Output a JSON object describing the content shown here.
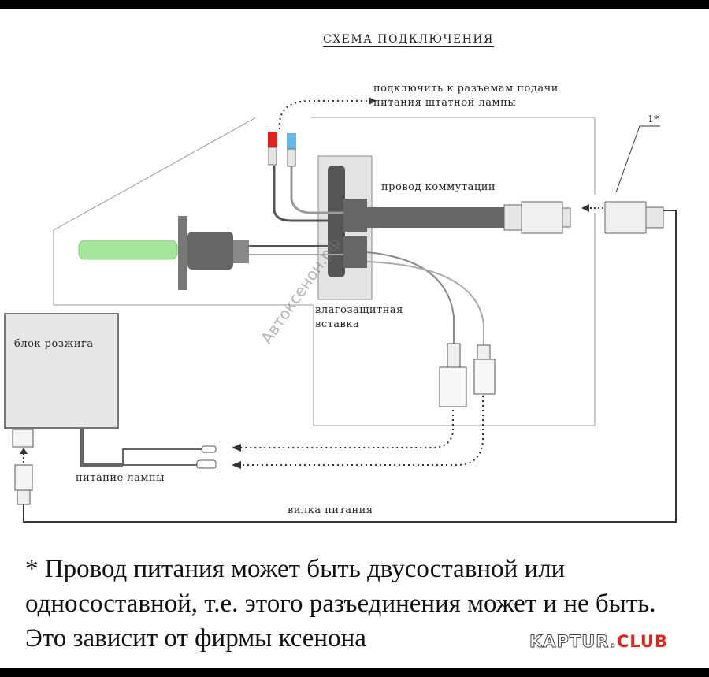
{
  "labels": {
    "title": "СХЕМА ПОДКЛЮЧЕНИЯ",
    "connect_to_stock": "подключить к разъемам подачи питания штатной лампы",
    "switching_wire": "провод коммутации",
    "moisture_insert": "влагозащитная вставка",
    "ignition_unit": "блок розжига",
    "lamp_power": "питание лампы",
    "power_plug": "вилка питания",
    "ref_marker": "1*"
  },
  "watermark": "Автоксенон.рф",
  "footnote": "* Провод питания может быть двусоставной или односоставной, т.е. этого разъединения может и не быть. Это зависит от фирмы ксенона",
  "brand": {
    "part1": "KAPTUR.",
    "part2": "CLUB"
  },
  "colors": {
    "positive_terminal": "#e52020",
    "negative_terminal": "#6ab7e6",
    "bulb": "#a6e59c"
  }
}
